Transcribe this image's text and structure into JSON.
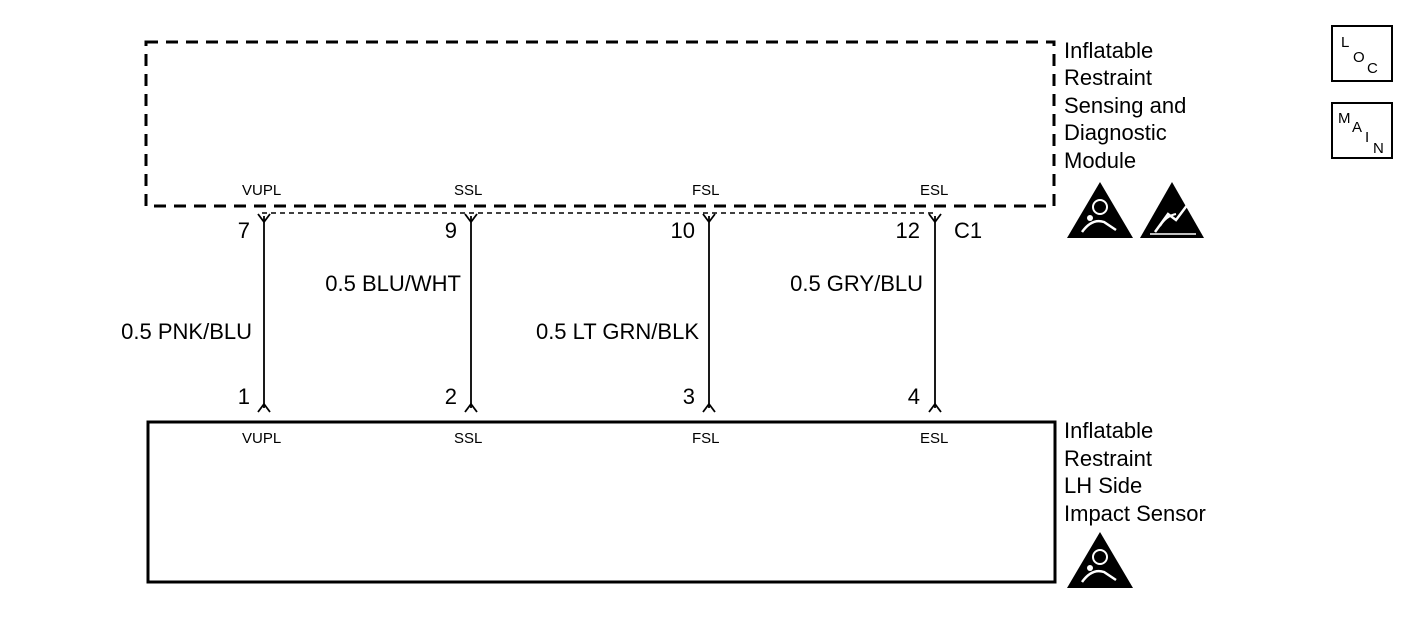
{
  "module": {
    "name_lines": [
      "Inflatable",
      "Restraint",
      "Sensing and",
      "Diagnostic",
      "Module"
    ],
    "connector": "C1",
    "pins": [
      {
        "pin": "7",
        "signal": "VUPL"
      },
      {
        "pin": "9",
        "signal": "SSL"
      },
      {
        "pin": "10",
        "signal": "FSL"
      },
      {
        "pin": "12",
        "signal": "ESL"
      }
    ]
  },
  "sensor": {
    "name_lines": [
      "Inflatable",
      "Restraint",
      "LH Side",
      "Impact Sensor"
    ],
    "pins": [
      {
        "pin": "1",
        "signal": "VUPL"
      },
      {
        "pin": "2",
        "signal": "SSL"
      },
      {
        "pin": "3",
        "signal": "FSL"
      },
      {
        "pin": "4",
        "signal": "ESL"
      }
    ]
  },
  "wires": [
    {
      "label": "0.5 PNK/BLU"
    },
    {
      "label": "0.5 BLU/WHT"
    },
    {
      "label": "0.5 LT GRN/BLK"
    },
    {
      "label": "0.5 GRY/BLU"
    }
  ],
  "nav": {
    "loc": {
      "l": "L",
      "o": "O",
      "c": "C"
    },
    "main": {
      "m": "M",
      "a": "A",
      "i": "I",
      "n": "N"
    }
  },
  "symbols": [
    "airbag-warning-icon",
    "esd-warning-icon"
  ]
}
